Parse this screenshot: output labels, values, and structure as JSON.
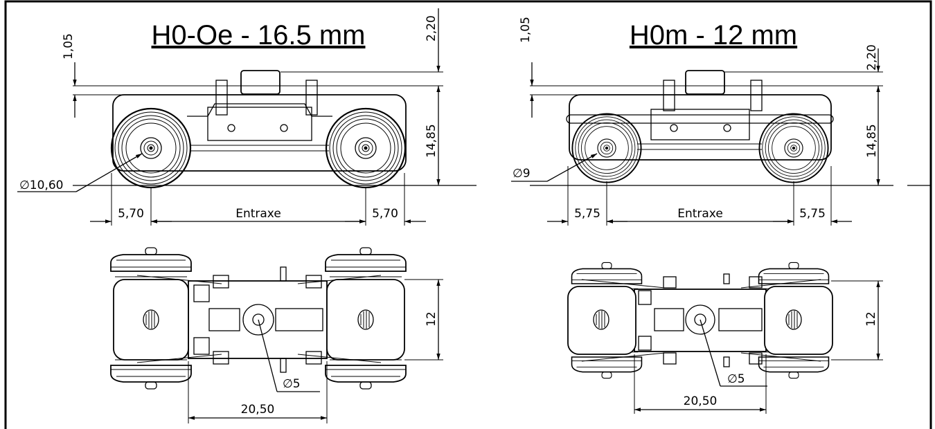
{
  "left": {
    "title": "H0-Oe - 16.5 mm",
    "dim_top": "1,05",
    "dim_top2": "2,20",
    "dim_height": "14,85",
    "dim_diameter": "∅10,60",
    "dim_left": "5,70",
    "dim_entraxe": "Entraxe",
    "dim_right": "5,70",
    "dim_width": "12",
    "dim_pivot": "∅5",
    "dim_length": "20,50"
  },
  "right": {
    "title": "H0m - 12 mm",
    "dim_top": "1,05",
    "dim_top2": "2,20",
    "dim_height": "14,85",
    "dim_diameter": "∅9",
    "dim_left": "5,75",
    "dim_entraxe": "Entraxe",
    "dim_right": "5,75",
    "dim_width": "12",
    "dim_pivot": "∅5",
    "dim_length": "20,50"
  }
}
